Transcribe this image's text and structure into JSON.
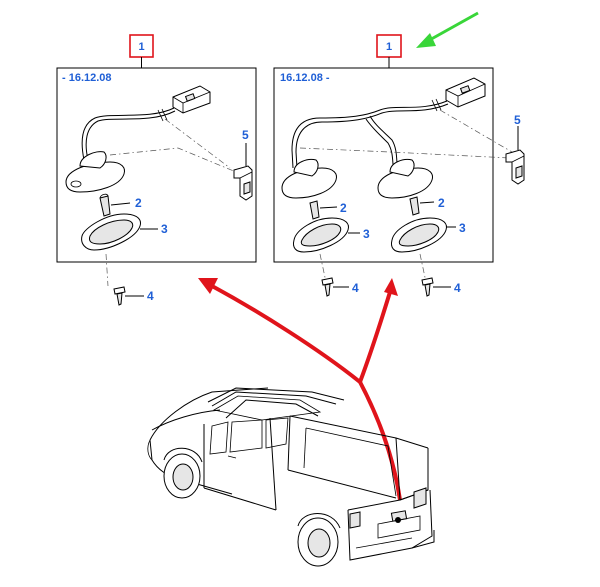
{
  "colors": {
    "label": "#1f5fd6",
    "highlight_box": "#e0141b",
    "red_arrow": "#e0141b",
    "green_arrow": "#39d639"
  },
  "left_panel": {
    "assembly_label": "1",
    "date_label": "- 16.12.08",
    "callouts": [
      "5",
      "2",
      "3",
      "4"
    ]
  },
  "right_panel": {
    "assembly_label": "1",
    "date_label": "16.12.08 -",
    "callouts": [
      "5",
      "2",
      "3",
      "2",
      "3",
      "4",
      "4"
    ]
  }
}
